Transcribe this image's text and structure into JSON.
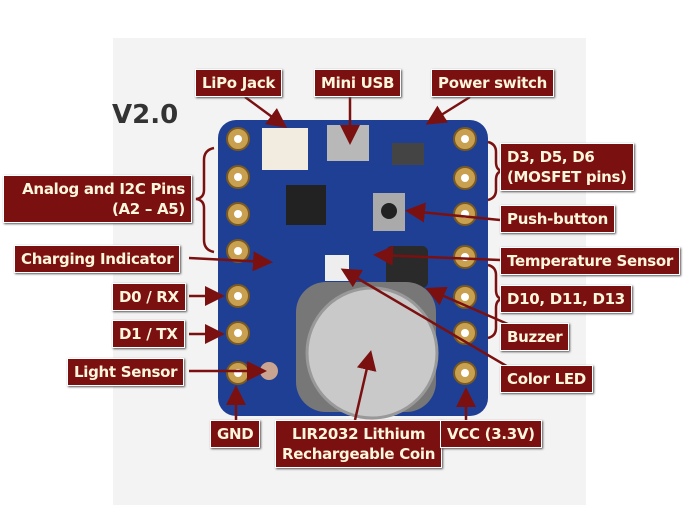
{
  "version": "V2.0",
  "labels": {
    "lipo_jack": "LiPo Jack",
    "mini_usb": "Mini USB",
    "power_switch": "Power switch",
    "analog_line1": "Analog and I2C Pins",
    "analog_line2": "(A2 – A5)",
    "charging": "Charging Indicator",
    "d0": "D0 / RX",
    "d1": "D1 / TX",
    "light": "Light Sensor",
    "gnd": "GND",
    "coin_line1": "LIR2032 Lithium",
    "coin_line2": "Rechargeable Coin",
    "vcc": "VCC (3.3V)",
    "mosfet_line1": "D3, D5, D6",
    "mosfet_line2": "(MOSFET pins)",
    "push": "Push-button",
    "temp": "Temperature Sensor",
    "d10": "D10, D11, D13",
    "buzzer": "Buzzer",
    "color_led": "Color LED"
  },
  "colors": {
    "label_bg": "#7b1010",
    "board": "#1f3f95",
    "pad": "#c8a050"
  }
}
